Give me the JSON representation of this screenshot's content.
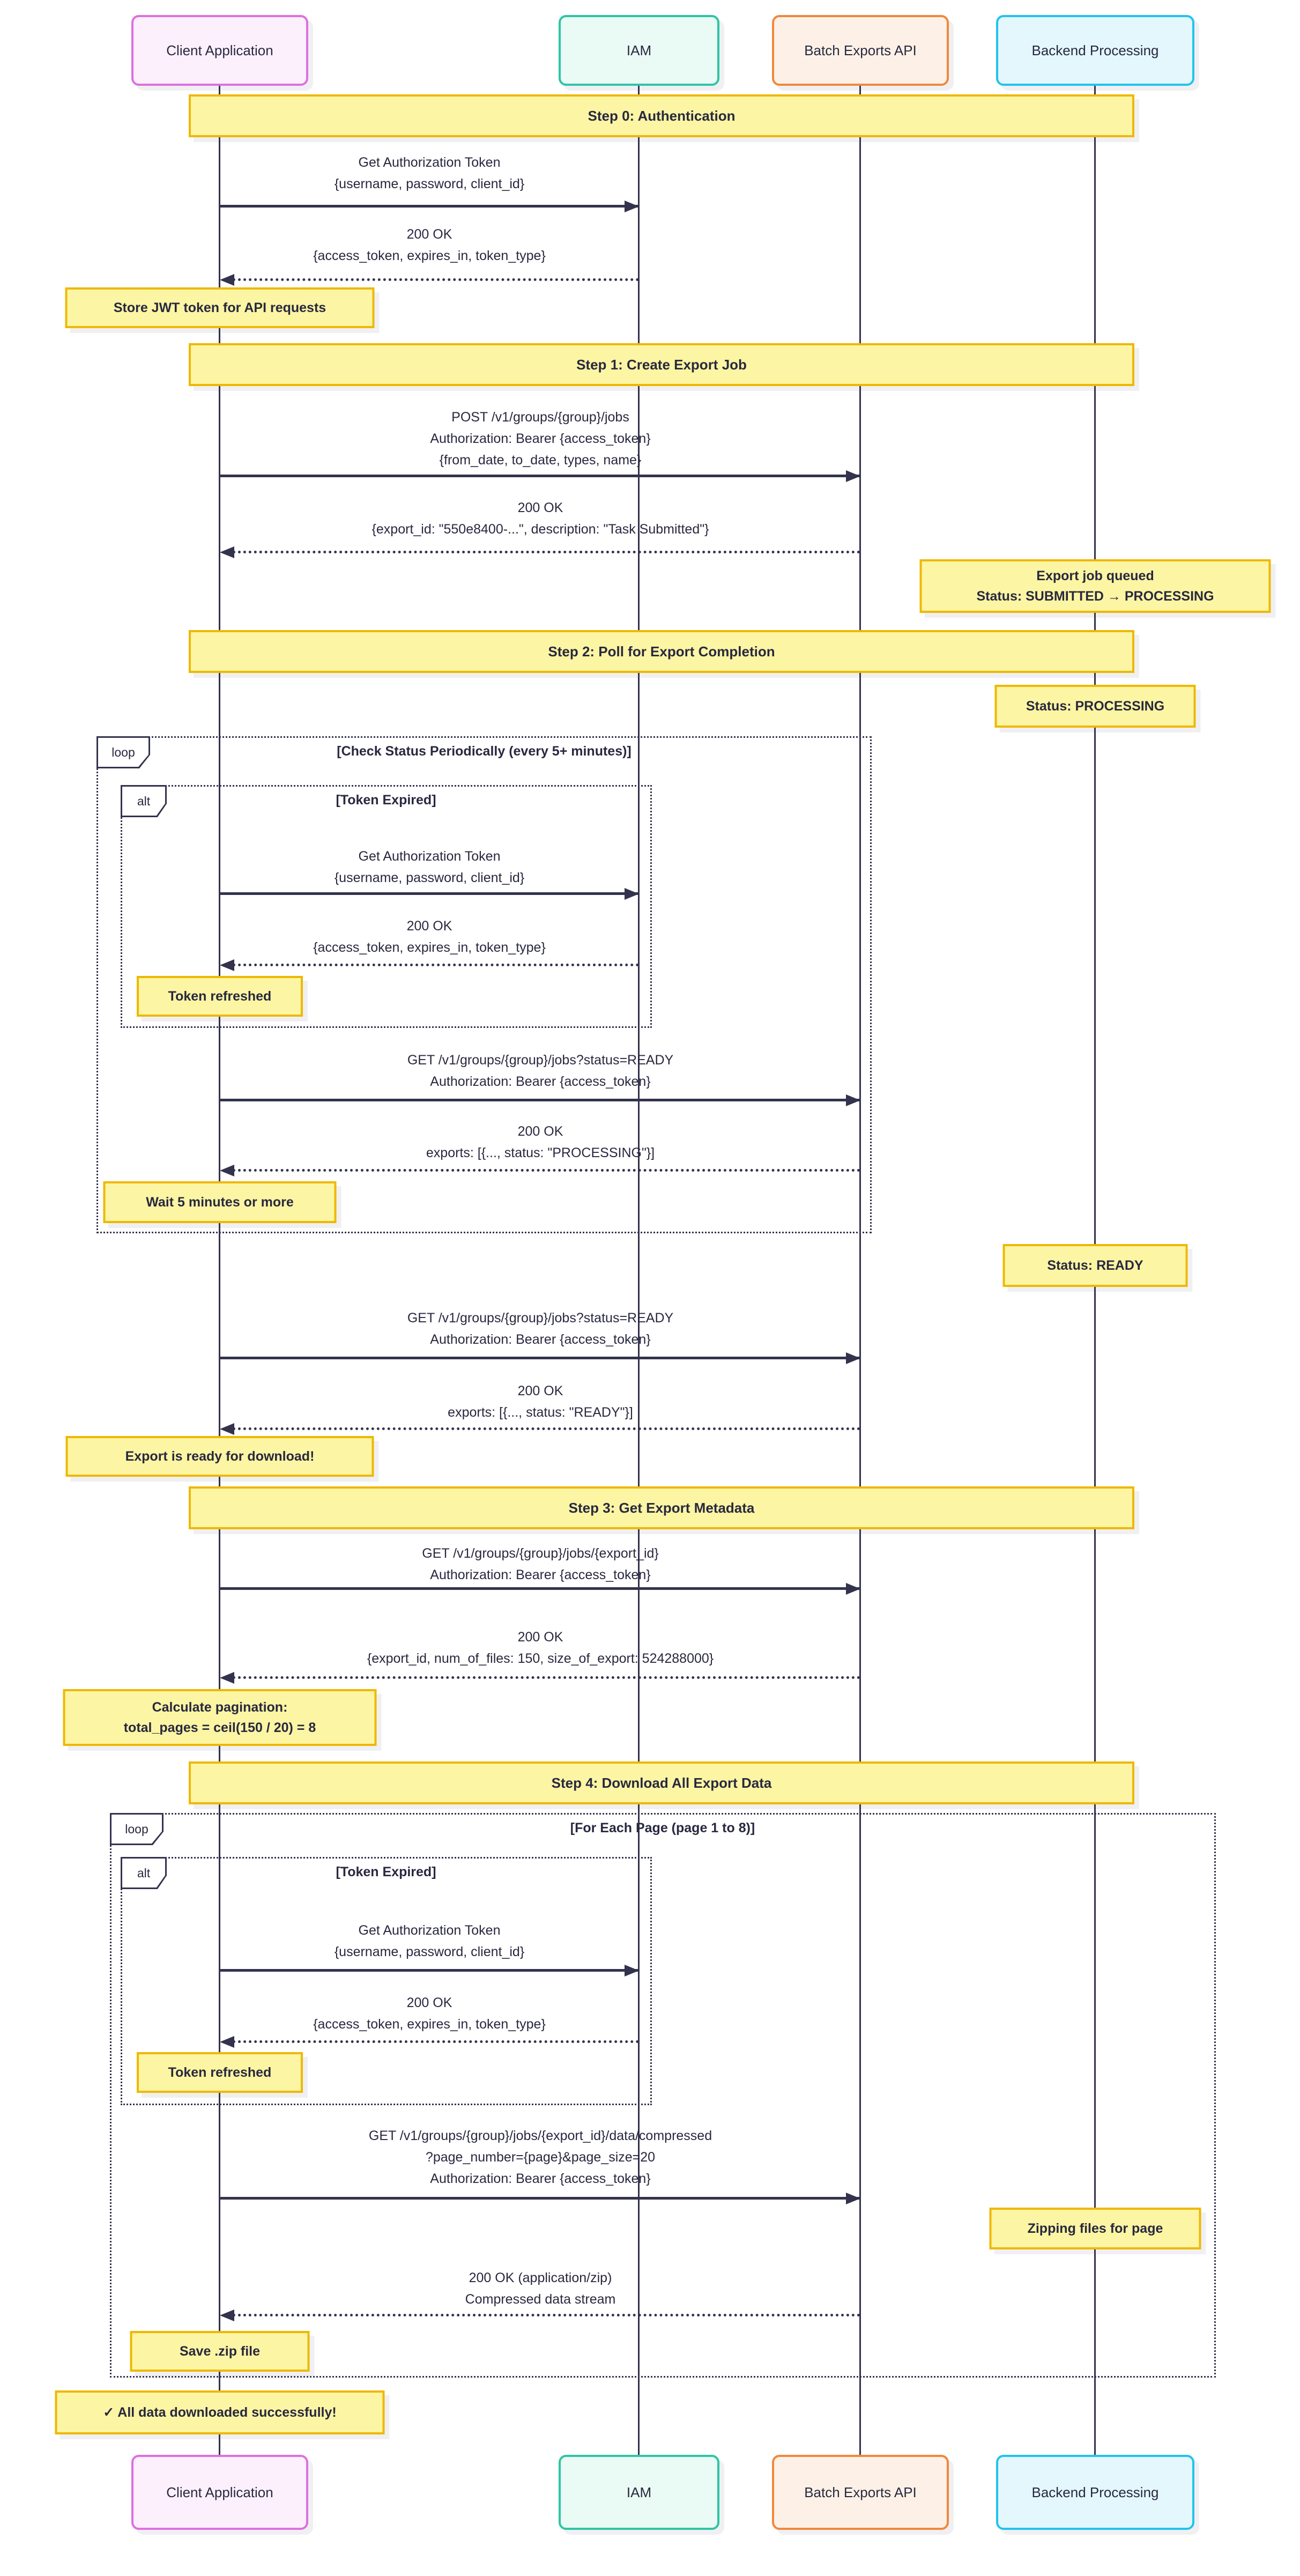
{
  "participants": {
    "client": {
      "label": "Client Application"
    },
    "iam": {
      "label": "IAM"
    },
    "batch": {
      "label": "Batch Exports API"
    },
    "backend": {
      "label": "Backend Processing"
    }
  },
  "bands": {
    "step0": "Step 0: Authentication",
    "step1": "Step 1: Create Export Job",
    "step2": "Step 2: Poll for Export Completion",
    "step3": "Step 3: Get Export Metadata",
    "step4": "Step 4: Download All Export Data"
  },
  "messages": {
    "auth_request": "Get Authorization Token\n{username, password, client_id}",
    "auth_response": "200 OK\n{access_token, expires_in, token_type}",
    "create_job_request": "POST /v1/groups/{group}/jobs\nAuthorization: Bearer {access_token}\n{from_date, to_date, types, name}",
    "create_job_response": "200 OK\n{export_id: \"550e8400-...\", description: \"Task Submitted\"}",
    "poll_request": "GET /v1/groups/{group}/jobs?status=READY\nAuthorization: Bearer {access_token}",
    "poll_response_processing": "200 OK\nexports: [{..., status: \"PROCESSING\"}]",
    "poll_response_ready": "200 OK\nexports: [{..., status: \"READY\"}]",
    "metadata_request": "GET /v1/groups/{group}/jobs/{export_id}\nAuthorization: Bearer {access_token}",
    "metadata_response": "200 OK\n{export_id, num_of_files: 150, size_of_export: 524288000}",
    "download_request": "GET /v1/groups/{group}/jobs/{export_id}/data/compressed\n?page_number={page}&page_size=20\nAuthorization: Bearer {access_token}",
    "download_response": "200 OK (application/zip)\nCompressed data stream"
  },
  "notes": {
    "store_jwt": "Store JWT token for API requests",
    "job_queued": "Export job queued\nStatus: SUBMITTED → PROCESSING",
    "status_processing": "Status: PROCESSING",
    "token_refreshed": "Token refreshed",
    "wait": "Wait 5 minutes or more",
    "status_ready": "Status: READY",
    "ready_download": "Export is ready for download!",
    "calc_pagination": "Calculate pagination:\ntotal_pages = ceil(150 / 20) = 8",
    "zipping": "Zipping files for page",
    "save_zip": "Save .zip file",
    "all_done": "✓ All data downloaded successfully!"
  },
  "frames": {
    "loop_label": "loop",
    "alt_label": "alt",
    "poll_condition": "[Check Status Periodically (every 5+ minutes)]",
    "token_expired_condition": "[Token Expired]",
    "pages_condition": "[For Each Page (page 1 to 8)]"
  },
  "colors": {
    "client_border": "#df6fdf",
    "client_fill": "#fbf0fc",
    "iam_border": "#2ec5a4",
    "iam_fill": "#eafaf5",
    "batch_border": "#f1883b",
    "batch_fill": "#fdf1e7",
    "backend_border": "#22c3ee",
    "backend_fill": "#e3f7fd",
    "note_fill": "#fcf5a3",
    "note_border": "#eeb800",
    "line": "#33334d",
    "text": "#28283f"
  }
}
